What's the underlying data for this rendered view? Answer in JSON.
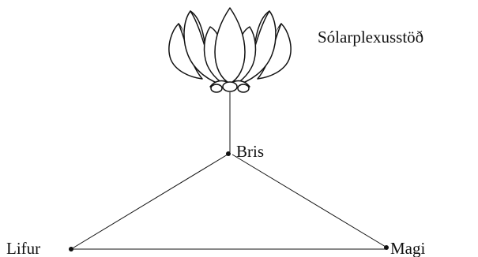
{
  "diagram": {
    "lotus": {
      "label": "Sólarplexusstöð",
      "icon": "lotus-icon"
    },
    "nodes": {
      "top": "Bris",
      "left": "Lifur",
      "right": "Magi"
    }
  },
  "colors": {
    "ink": "#111111",
    "background": "#ffffff"
  }
}
